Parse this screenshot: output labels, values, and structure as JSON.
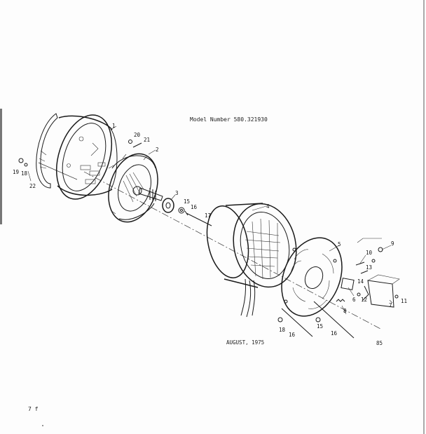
{
  "header": {
    "model_label": "Model Number 580.321930"
  },
  "footer": {
    "date": "AUGUST, 1975",
    "page_ref": "85",
    "corner_mark": "7 f"
  },
  "callouts": {
    "c1": "1",
    "c2": "2",
    "c3": "3",
    "c4": "4",
    "c5": "5",
    "c6": "6",
    "c7": "7",
    "c8": "8",
    "c9": "9",
    "c10": "10",
    "c11": "11",
    "c12": "12",
    "c13": "13",
    "c14": "14",
    "c15a": "15",
    "c15b": "15",
    "c16a": "16",
    "c16b": "16",
    "c16c": "16",
    "c17": "17",
    "c18a": "18",
    "c18b": "18",
    "c19": "19",
    "c20": "20",
    "c21": "21",
    "c22": "22"
  }
}
